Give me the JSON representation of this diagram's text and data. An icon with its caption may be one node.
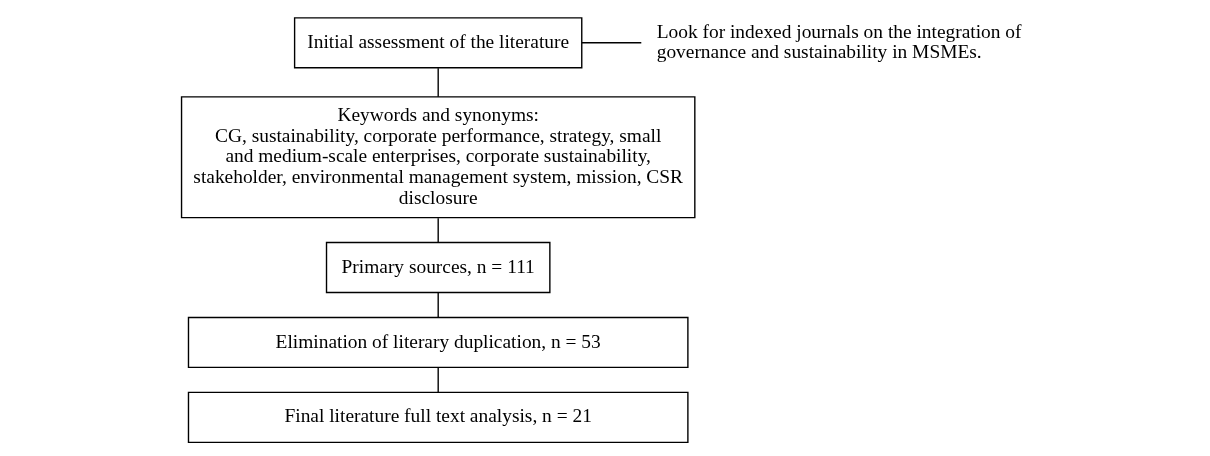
{
  "diagram": {
    "nodes": [
      {
        "text": [
          "Initial assessment of the literature"
        ]
      },
      {
        "text": [
          "Look for indexed journals on the integration of governance and sustainability in MSMEs."
        ]
      },
      {
        "text": [
          "Keywords and synonyms:",
          "CG, sustainability, corporate performance, strategy, small and medium-scale enterprises, corporate sustainability, stakeholder, environmental management system, mission, CSR disclosure"
        ]
      },
      {
        "text": [
          "Primary sources, n = 111"
        ]
      },
      {
        "text": [
          "Elimination of literary duplication, n = 53"
        ]
      },
      {
        "text": [
          "Final literature full text analysis, n = 21"
        ]
      }
    ],
    "edges": [
      {
        "from": 0,
        "to": 1,
        "arrow": "none"
      },
      {
        "from": 0,
        "to": 2,
        "arrow": "none"
      },
      {
        "from": 2,
        "to": 3,
        "arrow": "none"
      },
      {
        "from": 3,
        "to": 4,
        "arrow": "none"
      },
      {
        "from": 4,
        "to": 5,
        "arrow": "none"
      }
    ]
  }
}
